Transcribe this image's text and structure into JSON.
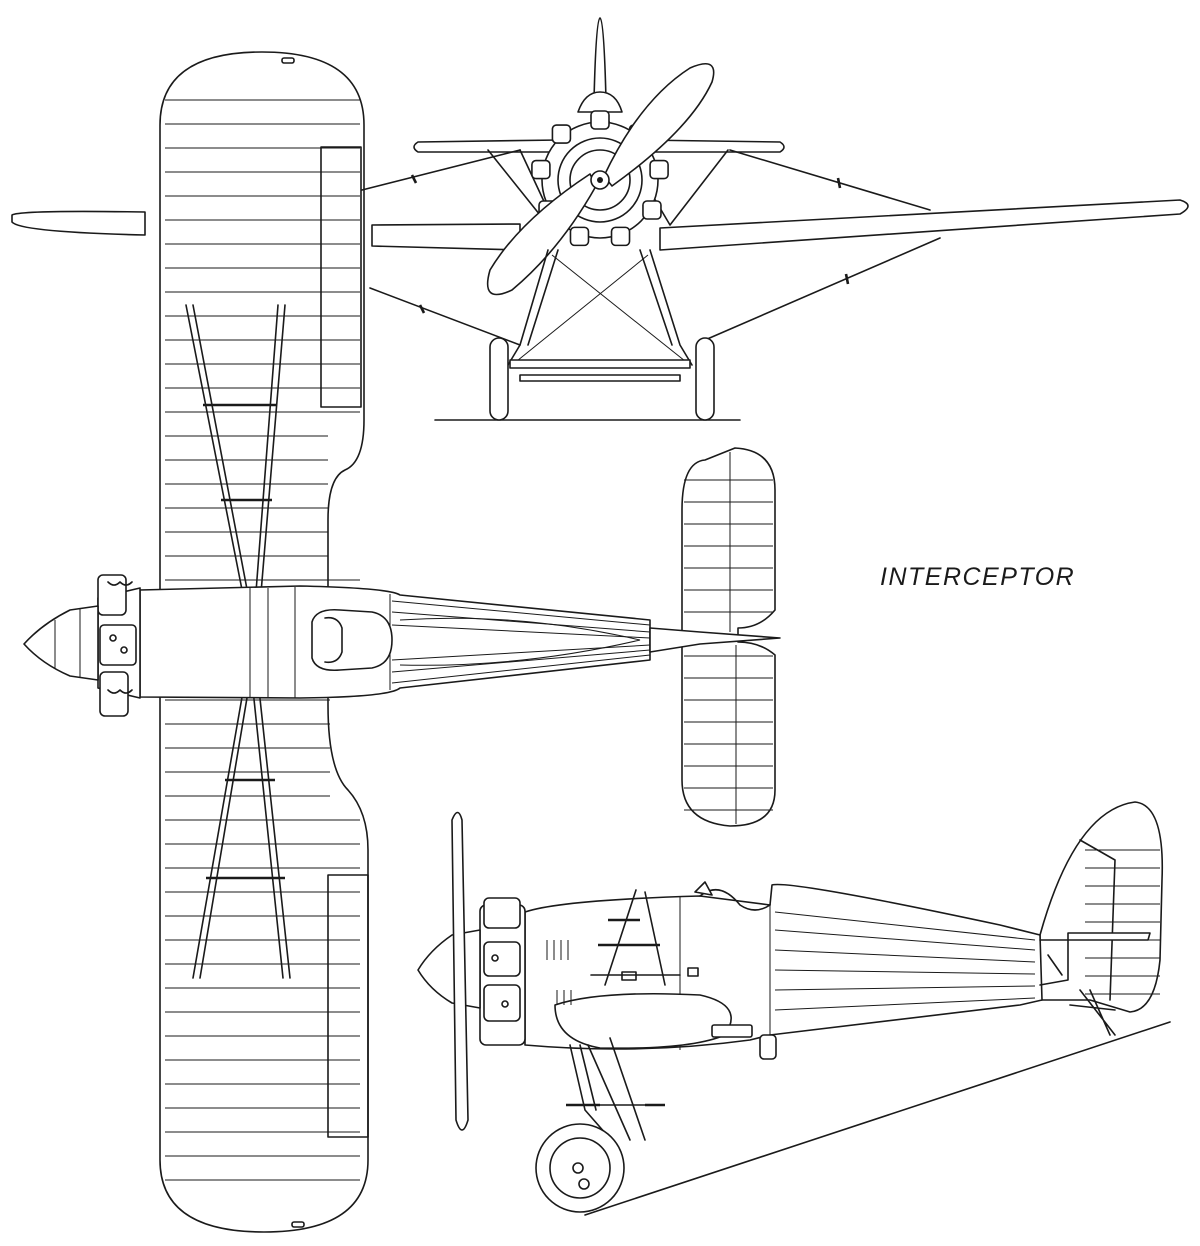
{
  "drawing": {
    "label": "INTERCEPTOR",
    "views": [
      "front-view",
      "plan-view",
      "side-view"
    ],
    "line_color": "#1a1a1a",
    "background": "#ffffff"
  }
}
